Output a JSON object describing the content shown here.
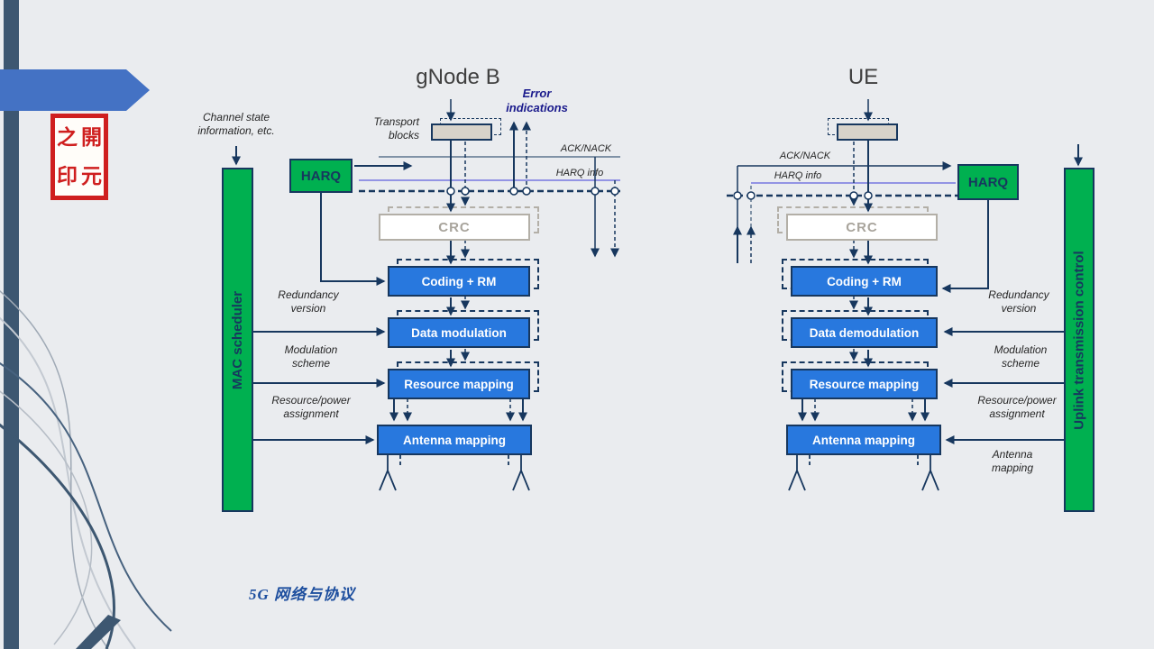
{
  "slide": {
    "title_left": "gNode B",
    "title_right": "UE",
    "footer": "5G 网络与协议",
    "stamp_chars": [
      "之",
      "開",
      "印",
      "元"
    ]
  },
  "colors": {
    "green": "#00b050",
    "blue": "#2878de",
    "navy": "#17375e",
    "harq_info_line": "#3c3cd8",
    "chevron": "#4472c4",
    "seal_red": "#cf1f1f"
  },
  "gnb": {
    "channel_state": "Channel state\ninformation, etc.",
    "transport_blocks": "Transport\nblocks",
    "error_indications": "Error\nindications",
    "ack_nack": "ACK/NACK",
    "harq_info": "HARQ info",
    "harq": "HARQ",
    "scheduler": "MAC scheduler",
    "crc": "CRC",
    "blocks": [
      "Coding + RM",
      "Data modulation",
      "Resource mapping",
      "Antenna mapping"
    ],
    "labels": [
      "Redundancy\nversion",
      "Modulation\nscheme",
      "Resource/power\nassignment"
    ]
  },
  "ue": {
    "ack_nack": "ACK/NACK",
    "harq_info": "HARQ info",
    "harq": "HARQ",
    "control": "Uplink transmission control",
    "crc": "CRC",
    "blocks": [
      "Coding + RM",
      "Data demodulation",
      "Resource mapping",
      "Antenna mapping"
    ],
    "labels": [
      "Redundancy\nversion",
      "Modulation\nscheme",
      "Resource/power\nassignment",
      "Antenna\nmapping"
    ]
  }
}
